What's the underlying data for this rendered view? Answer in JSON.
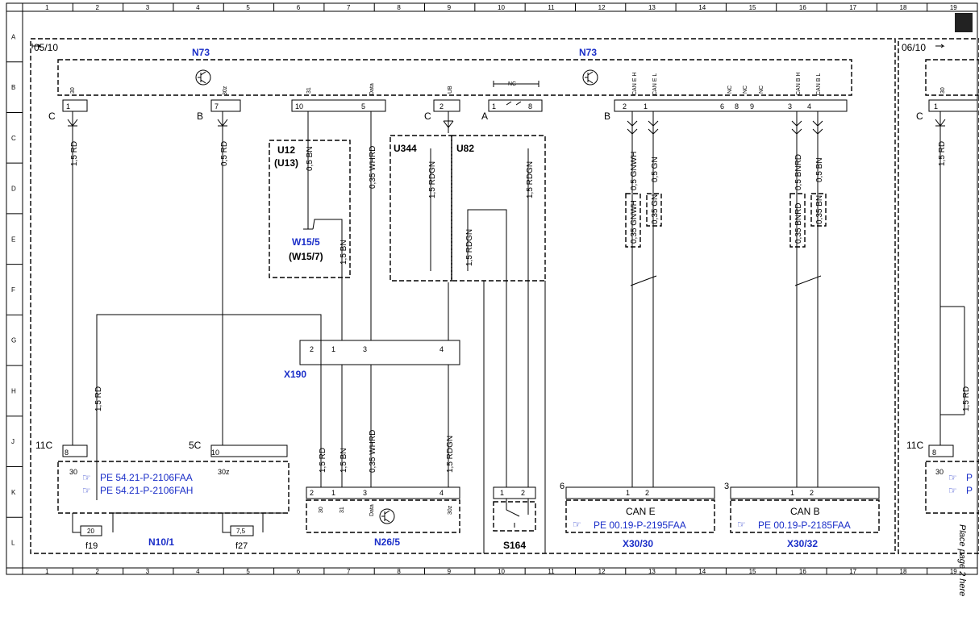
{
  "grid": {
    "columns": [
      "1",
      "2",
      "3",
      "4",
      "5",
      "6",
      "7",
      "8",
      "9",
      "10",
      "11",
      "12",
      "13",
      "14",
      "15",
      "16",
      "17",
      "18",
      "19"
    ],
    "rows": [
      "A",
      "B",
      "C",
      "D",
      "E",
      "F",
      "G",
      "H",
      "J",
      "K",
      "L"
    ]
  },
  "page_refs": {
    "left": "05/10",
    "right": "06/10"
  },
  "side_note": "Place page 2 here",
  "components": {
    "n73_left": "N73",
    "n73_right": "N73",
    "u12": "U12",
    "u13": "(U13)",
    "w15_5": "W15/5",
    "w15_7": "(W15/7)",
    "u344": "U344",
    "u82": "U82",
    "x190": "X190",
    "n10_1": "N10/1",
    "n26_5": "N26/5",
    "s164": "S164",
    "x30_30": "X30/30",
    "x30_32": "X30/32",
    "can_e": "CAN E",
    "can_b": "CAN B",
    "f19": "f19",
    "f27": "f27",
    "fuse_20": "20",
    "fuse_7_5": "7,5"
  },
  "connectors": {
    "C_left": "C",
    "B_left": "B",
    "C_mid": "C",
    "A_mid": "A",
    "B_mid": "B",
    "C_right": "C",
    "c11": "11C",
    "c5": "5C",
    "x6": "6",
    "x3": "3"
  },
  "pins": {
    "p1": "1",
    "p7": "7",
    "p10": "10",
    "p5": "5",
    "p2": "2",
    "p1b": "1",
    "p8": "8",
    "p2b": "2",
    "p1c": "1",
    "p6": "6",
    "p8b": "8",
    "p9": "9",
    "p3": "3",
    "p4": "4",
    "t30": "30",
    "t30z": "30z",
    "t31": "31",
    "tData": "Data",
    "tUB": "UB",
    "tCANEH": "CAN E H",
    "tCANEL": "CAN E L",
    "tNC": "NC",
    "tCANBH": "CAN B H",
    "tCANBL": "CAN B L",
    "nc_switch": "NC",
    "x190_2": "2",
    "x190_1": "1",
    "x190_3": "3",
    "x190_4": "4",
    "n10_8": "8",
    "n10_30": "30",
    "n10_10": "10",
    "n10_30z": "30z",
    "n26_2": "2",
    "n26_1": "1",
    "n26_3": "3",
    "n26_4": "4",
    "n26_30": "30",
    "n26_31": "31",
    "n26_data": "Data",
    "n26_30z": "30z",
    "s164_1": "1",
    "s164_2": "2",
    "xe_1": "1",
    "xe_2": "2",
    "xb_1": "1",
    "xb_2": "2",
    "r_1": "1",
    "r_30": "30",
    "r_8": "8",
    "r_30b": "30"
  },
  "wires": {
    "w1": "1,5 RD",
    "w2": "0,5 RD",
    "w3": "0,5 BN",
    "w4": "0,35 WHRD",
    "w5": "1,5 RDGN",
    "w6": "1,5 RDGN",
    "w7": "0,5 GNWH",
    "w8": "0,5 GN",
    "w9": "0,5 BNRD",
    "w10": "0,5 BN",
    "w11": "0,35 GNWH",
    "w12": "0,35 GN",
    "w13": "0,35 BNRD",
    "w14": "0,35 BN",
    "w15": "1,5 BN",
    "w16": "1,5 RDGN",
    "w17": "1,5 RD",
    "w18": "1,5 RD",
    "w19": "1,5 BN",
    "w20": "0,35 WHRD",
    "w21": "1,5 RDGN",
    "w22": "1,5 RD",
    "w23": "1,5 RD"
  },
  "refs": {
    "pe1": "PE 54.21-P-2106FAA",
    "pe2": "PE 54.21-P-2106FAH",
    "pe3": "PE 00.19-P-2195FAA",
    "pe4": "PE 00.19-P-2185FAA",
    "pe5": "P",
    "pe6": "P"
  },
  "colors": {
    "component_label": "#1a2ec8",
    "line": "#000000"
  }
}
